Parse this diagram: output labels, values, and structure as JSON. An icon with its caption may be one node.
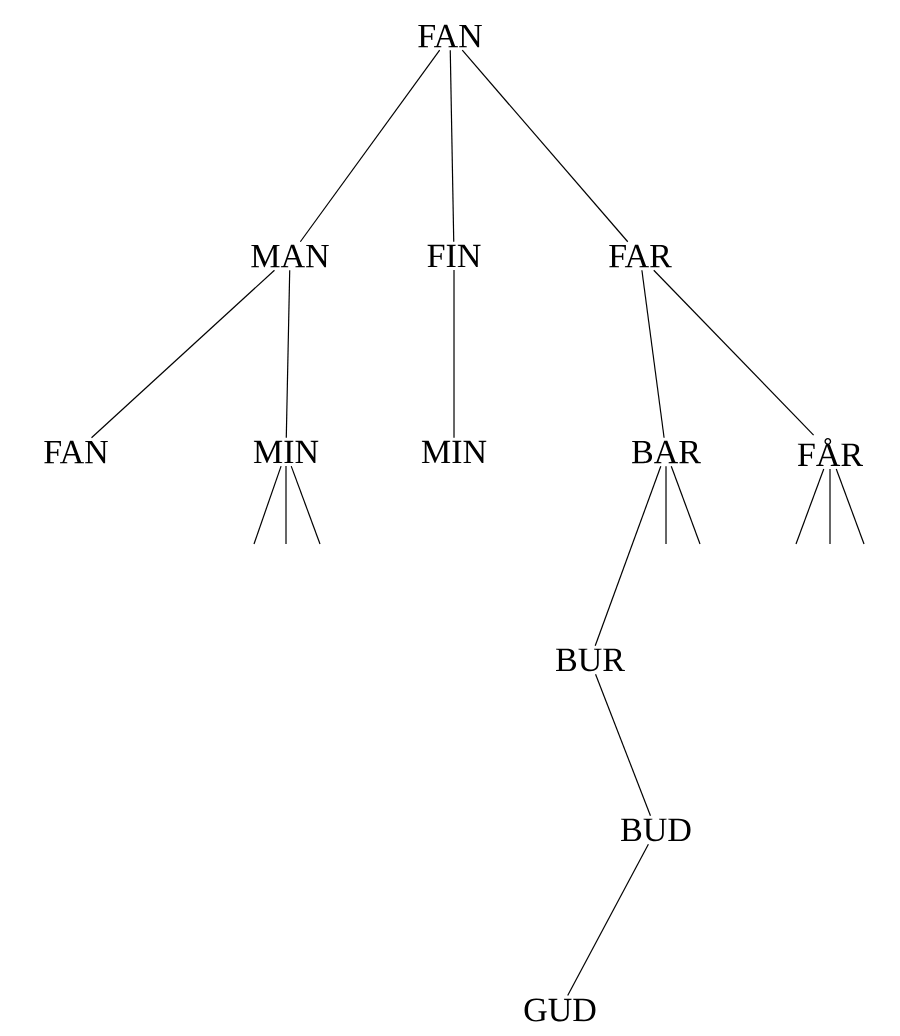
{
  "diagram": {
    "nodes": [
      {
        "text": [
          "FAN"
        ]
      },
      {
        "text": [
          "MAN"
        ]
      },
      {
        "text": [
          "FIN"
        ]
      },
      {
        "text": [
          "FAR"
        ]
      },
      {
        "text": [
          "FAN"
        ]
      },
      {
        "text": [
          "MIN"
        ]
      },
      {
        "text": [
          "MIN"
        ]
      },
      {
        "text": [
          "BAR"
        ]
      },
      {
        "text": [
          "FÅR"
        ]
      },
      {
        "text": [
          "BUR"
        ]
      },
      {
        "text": [
          "BUD"
        ]
      },
      {
        "text": [
          "GUD"
        ]
      }
    ],
    "edges": [
      {
        "from": 0,
        "to": 1,
        "arrow": "none"
      },
      {
        "from": 0,
        "to": 2,
        "arrow": "none"
      },
      {
        "from": 0,
        "to": 3,
        "arrow": "none"
      },
      {
        "from": 1,
        "to": 4,
        "arrow": "none"
      },
      {
        "from": 1,
        "to": 5,
        "arrow": "none"
      },
      {
        "from": 2,
        "to": 6,
        "arrow": "none"
      },
      {
        "from": 3,
        "to": 7,
        "arrow": "none"
      },
      {
        "from": 3,
        "to": 8,
        "arrow": "none"
      },
      {
        "from": 5,
        "to": null,
        "arrow": "none"
      },
      {
        "from": 5,
        "to": null,
        "arrow": "none"
      },
      {
        "from": 5,
        "to": null,
        "arrow": "none"
      },
      {
        "from": 7,
        "to": 9,
        "arrow": "none"
      },
      {
        "from": 7,
        "to": null,
        "arrow": "none"
      },
      {
        "from": 7,
        "to": null,
        "arrow": "none"
      },
      {
        "from": 8,
        "to": null,
        "arrow": "none"
      },
      {
        "from": 8,
        "to": null,
        "arrow": "none"
      },
      {
        "from": 8,
        "to": null,
        "arrow": "none"
      },
      {
        "from": 9,
        "to": 10,
        "arrow": "none"
      },
      {
        "from": 10,
        "to": 11,
        "arrow": "none"
      }
    ]
  }
}
